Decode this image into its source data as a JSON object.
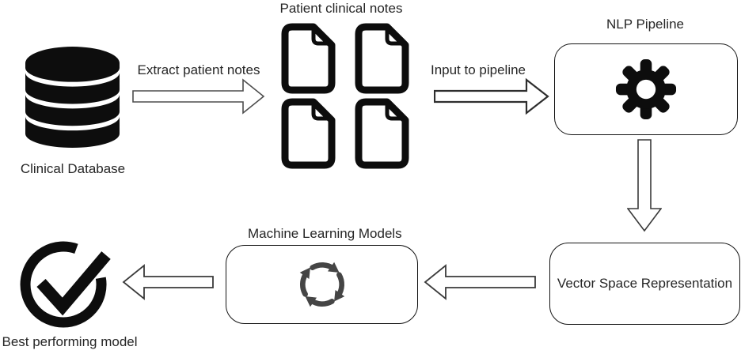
{
  "diagram": {
    "background": "#ffffff",
    "colors": {
      "ink": "#0d0d0d",
      "text": "#262626",
      "arrow_outline": "#4d4d4d",
      "box_border": "#141414",
      "cycle_icon": "#454545"
    },
    "nodes": {
      "clinical_database": {
        "label": "Clinical Database",
        "icon": "database-icon"
      },
      "patient_notes": {
        "label": "Patient clinical notes",
        "icon": "document-icon",
        "document_count": 4
      },
      "nlp_pipeline": {
        "label": "NLP Pipeline",
        "icon": "gear-icon"
      },
      "vector_space": {
        "label": "Vector Space Representation"
      },
      "ml_models": {
        "label": "Machine Learning Models",
        "icon": "cycle-icon"
      },
      "best_model": {
        "label": "Best performing model",
        "icon": "check-circle-icon"
      }
    },
    "edges": [
      {
        "from": "clinical_database",
        "to": "patient_notes",
        "label": "Extract patient notes",
        "direction": "right"
      },
      {
        "from": "patient_notes",
        "to": "nlp_pipeline",
        "label": "Input to pipeline",
        "direction": "right"
      },
      {
        "from": "nlp_pipeline",
        "to": "vector_space",
        "label": "",
        "direction": "down"
      },
      {
        "from": "vector_space",
        "to": "ml_models",
        "label": "",
        "direction": "left"
      },
      {
        "from": "ml_models",
        "to": "best_model",
        "label": "",
        "direction": "left"
      }
    ]
  }
}
